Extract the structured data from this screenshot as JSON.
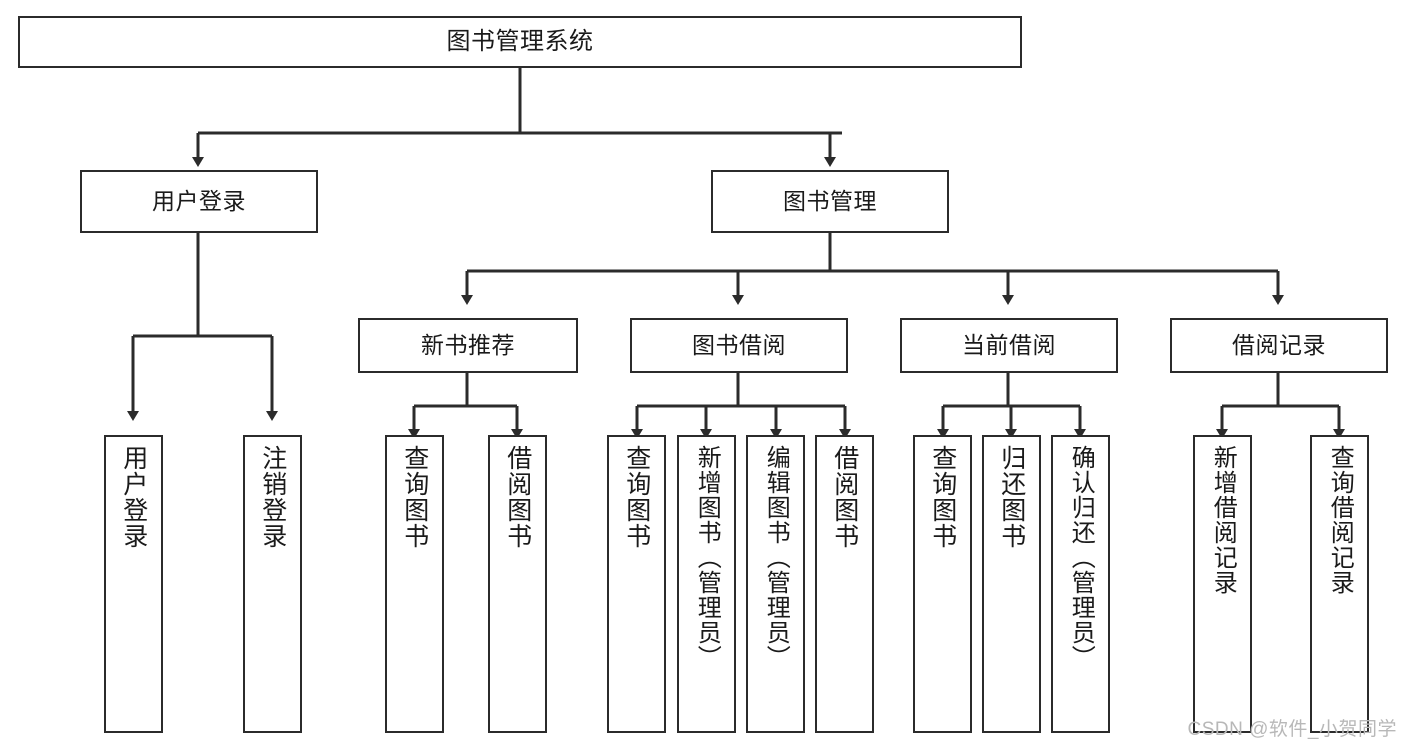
{
  "diagram": {
    "title": "图书管理系统",
    "type": "tree",
    "watermark": "CSDN @软件_小贺同学",
    "colors": {
      "stroke": "#2b2b2b",
      "fill": "#ffffff",
      "text": "#1a1a1a",
      "watermark": "#b8b8b8"
    },
    "nodes": {
      "root": {
        "label": "图书管理系统"
      },
      "level2": [
        {
          "id": "user-login",
          "label": "用户登录"
        },
        {
          "id": "book-management",
          "label": "图书管理"
        }
      ],
      "level3": [
        {
          "id": "new-book-recommend",
          "label": "新书推荐"
        },
        {
          "id": "book-borrow",
          "label": "图书借阅"
        },
        {
          "id": "current-borrow",
          "label": "当前借阅"
        },
        {
          "id": "borrow-record",
          "label": "借阅记录"
        }
      ],
      "leaves": {
        "user-login": [
          {
            "id": "leaf-user-login",
            "label": "用户登录"
          },
          {
            "id": "leaf-logout-login",
            "label": "注销登录"
          }
        ],
        "new-book-recommend": [
          {
            "id": "leaf-query-book-1",
            "label": "查询图书"
          },
          {
            "id": "leaf-borrow-book-1",
            "label": "借阅图书"
          }
        ],
        "book-borrow": [
          {
            "id": "leaf-query-book-2",
            "label": "查询图书"
          },
          {
            "id": "leaf-add-book",
            "label": "新增图书（管理员）"
          },
          {
            "id": "leaf-edit-book",
            "label": "编辑图书（管理员）"
          },
          {
            "id": "leaf-borrow-book-2",
            "label": "借阅图书"
          }
        ],
        "current-borrow": [
          {
            "id": "leaf-query-book-3",
            "label": "查询图书"
          },
          {
            "id": "leaf-return-book",
            "label": "归还图书"
          },
          {
            "id": "leaf-confirm-return",
            "label": "确认归还（管理员）"
          }
        ],
        "borrow-record": [
          {
            "id": "leaf-add-record",
            "label": "新增借阅记录"
          },
          {
            "id": "leaf-query-record",
            "label": "查询借阅记录"
          }
        ]
      }
    }
  }
}
